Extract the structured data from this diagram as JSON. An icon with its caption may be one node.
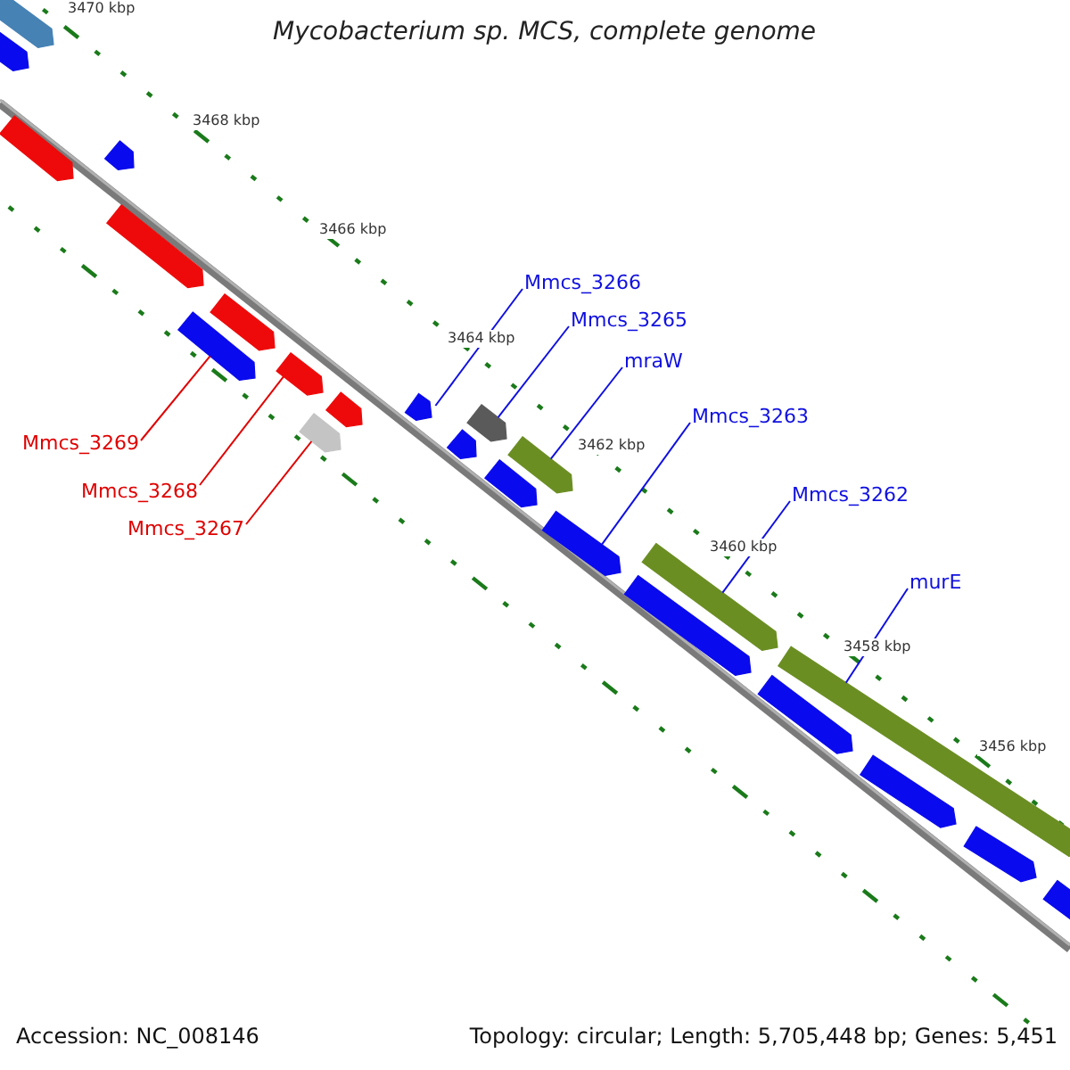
{
  "diagram": {
    "title": "Mycobacterium sp. MCS, complete genome",
    "nodes": [
      {
        "text": [],
        "shape": "bar"
      },
      {
        "text": [],
        "shape": "bar"
      },
      {
        "text": [],
        "shape": "bar"
      },
      {
        "text": [],
        "shape": "bar"
      },
      {
        "text": [],
        "shape": "bar"
      },
      {
        "text": [],
        "shape": "bar"
      },
      {
        "text": [],
        "shape": "bar"
      },
      {
        "text": [],
        "shape": "bar"
      },
      {
        "text": [],
        "shape": "bar"
      },
      {
        "text": [],
        "shape": "bar"
      },
      {
        "text": [],
        "shape": "bar"
      },
      {
        "text": [],
        "shape": "bar"
      },
      {
        "text": [],
        "shape": "bar"
      },
      {
        "text": [],
        "shape": "bar"
      },
      {
        "text": [],
        "shape": "bar"
      },
      {
        "text": [],
        "shape": "bar"
      },
      {
        "text": [],
        "shape": "bar"
      },
      {
        "text": [],
        "shape": "bar"
      },
      {
        "text": [],
        "shape": "bar"
      },
      {
        "text": [],
        "shape": "bar"
      },
      {
        "text": [],
        "shape": "bar"
      },
      {
        "text": [],
        "shape": "bar"
      },
      {
        "text": [],
        "shape": "bar"
      },
      {
        "text": [
          "Mmcs_3269"
        ]
      },
      {
        "text": [
          "Mmcs_3268"
        ]
      },
      {
        "text": [
          "Mmcs_3267"
        ]
      },
      {
        "text": [
          "Mmcs_3266"
        ]
      },
      {
        "text": [
          "Mmcs_3265"
        ]
      },
      {
        "text": [
          "mraW"
        ]
      },
      {
        "text": [
          "Mmcs_3263"
        ]
      },
      {
        "text": [
          "Mmcs_3262"
        ]
      },
      {
        "text": [
          "murE"
        ]
      }
    ],
    "edges": [
      {
        "from": 23,
        "to": 5,
        "arrow": "none",
        "color": "#e00000"
      },
      {
        "from": 24,
        "to": 7,
        "arrow": "none",
        "color": "#e00000"
      },
      {
        "from": 25,
        "to": 8,
        "arrow": "none",
        "color": "#e00000"
      },
      {
        "from": 26,
        "to": 10,
        "arrow": "none"
      },
      {
        "from": 27,
        "to": 12,
        "arrow": "none"
      },
      {
        "from": 28,
        "to": 14,
        "arrow": "none"
      },
      {
        "from": 29,
        "to": 15,
        "arrow": "none"
      },
      {
        "from": 30,
        "to": 17,
        "arrow": "none"
      },
      {
        "from": 31,
        "to": 19,
        "arrow": "none"
      }
    ],
    "labels": [
      "3470 kbp",
      "3468 kbp",
      "3466 kbp",
      "3464 kbp",
      "3462 kbp",
      "3460 kbp",
      "3458 kbp",
      "3456 kbp",
      "Accession: NC_008146",
      "Topology: circular; Length: 5,705,448 bp; Genes: 5,451"
    ]
  }
}
